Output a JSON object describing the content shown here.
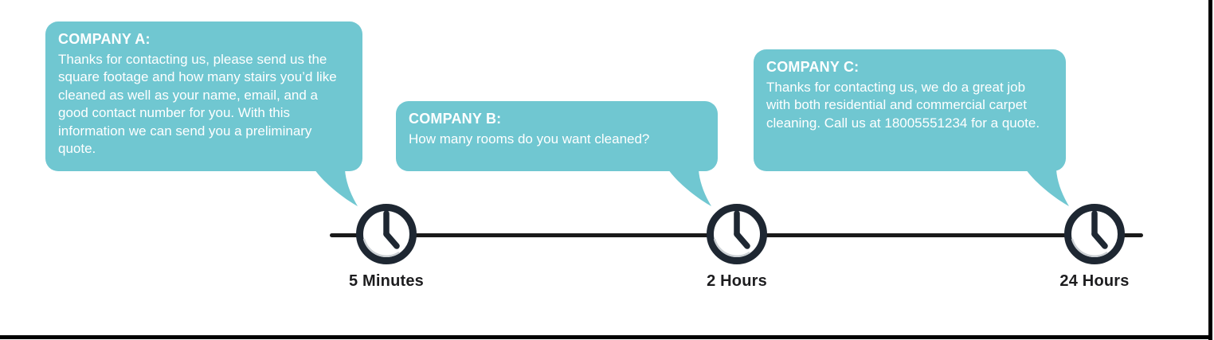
{
  "figure": {
    "description_colors": {
      "bubble_fill": "#70C7D1",
      "bubble_text": "#FFFFFF",
      "clock_stroke": "#1E2732",
      "clock_face": "#FFFFFF",
      "timeline_line": "#1A1A1A",
      "time_label_text": "#1D1D1F",
      "frame_border": "#000000"
    },
    "events": [
      {
        "company_label": "COMPANY A:",
        "message": "Thanks for contacting us, please send us the square footage and how many stairs you’d like cleaned as well as your name, email, and a good contact number for you. With this information we can send you a preliminary quote.",
        "time_label": "5 Minutes",
        "icon": "clock-icon"
      },
      {
        "company_label": "COMPANY B:",
        "message": "How many rooms do you want cleaned?",
        "time_label": "2 Hours",
        "icon": "clock-icon"
      },
      {
        "company_label": "COMPANY C:",
        "message": "Thanks for contacting us, we do a great job with both residential and commercial carpet cleaning. Call us at 18005551234 for a quote.",
        "time_label": "24 Hours",
        "icon": "clock-icon"
      }
    ]
  }
}
